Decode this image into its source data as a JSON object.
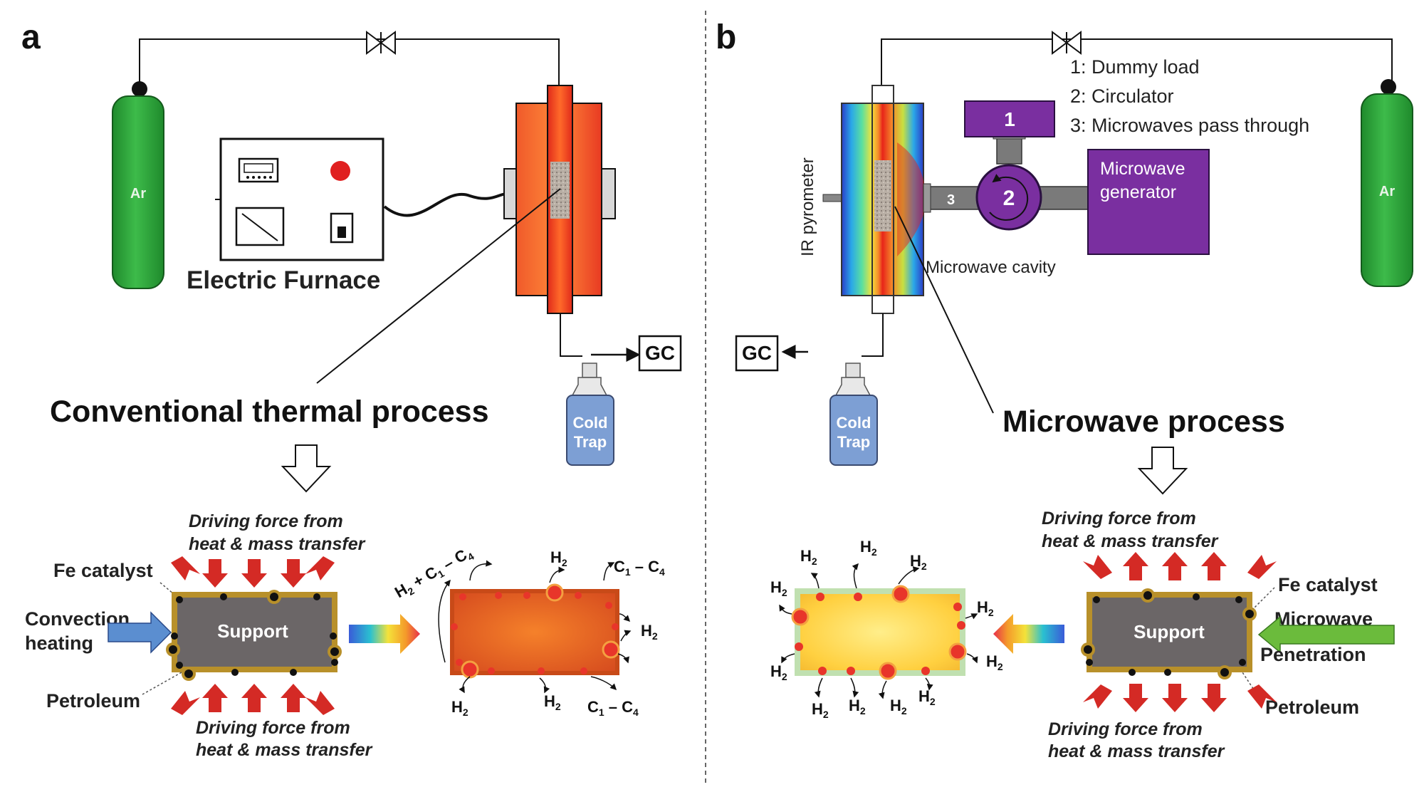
{
  "panel_a": {
    "letter": "a",
    "cylinder_label": "Ar",
    "furnace_label": "Electric Furnace",
    "gc_label": "GC",
    "cold_trap_line1": "Cold",
    "cold_trap_line2": "Trap",
    "process_title": "Conventional thermal process",
    "driving_force_line1": "Driving force from",
    "driving_force_line2": "heat & mass transfer",
    "fe_catalyst": "Fe catalyst",
    "convection_line1": "Convection",
    "convection_line2": "heating",
    "support": "Support",
    "petroleum": "Petroleum",
    "products": {
      "h2_c1c4_top": "H2 + C1 – C4",
      "h2": "H2",
      "c1c4": "C1 – C4"
    }
  },
  "panel_b": {
    "letter": "b",
    "cylinder_label": "Ar",
    "legend": [
      "1: Dummy load",
      "2: Circulator",
      "3: Microwaves pass through"
    ],
    "dummy_load_num": "1",
    "circulator_num": "2",
    "passthrough_num": "3",
    "generator_line1": "Microwave",
    "generator_line2": "generator",
    "ir_pyrometer": "IR pyrometer",
    "cavity_label": "Microwave cavity",
    "gc_label": "GC",
    "cold_trap_line1": "Cold",
    "cold_trap_line2": "Trap",
    "process_title": "Microwave process",
    "driving_force_line1": "Driving force from",
    "driving_force_line2": "heat & mass transfer",
    "fe_catalyst": "Fe catalyst",
    "microwave_label": "Microwave",
    "penetration": "Penetration",
    "support": "Support",
    "petroleum": "Petroleum",
    "products": {
      "h2": "H2"
    }
  },
  "colors": {
    "cylinder": "#2ea43a",
    "furnace": "#e8442a",
    "support": "#6b6667",
    "support_border": "#b8902a",
    "driving_arrow": "#d42a25",
    "convection_arrow": "#5b8ed0",
    "microwave_arrow": "#6bbb3c",
    "purple": "#7a2fa0",
    "cold_trap": "#7d9fd4"
  }
}
